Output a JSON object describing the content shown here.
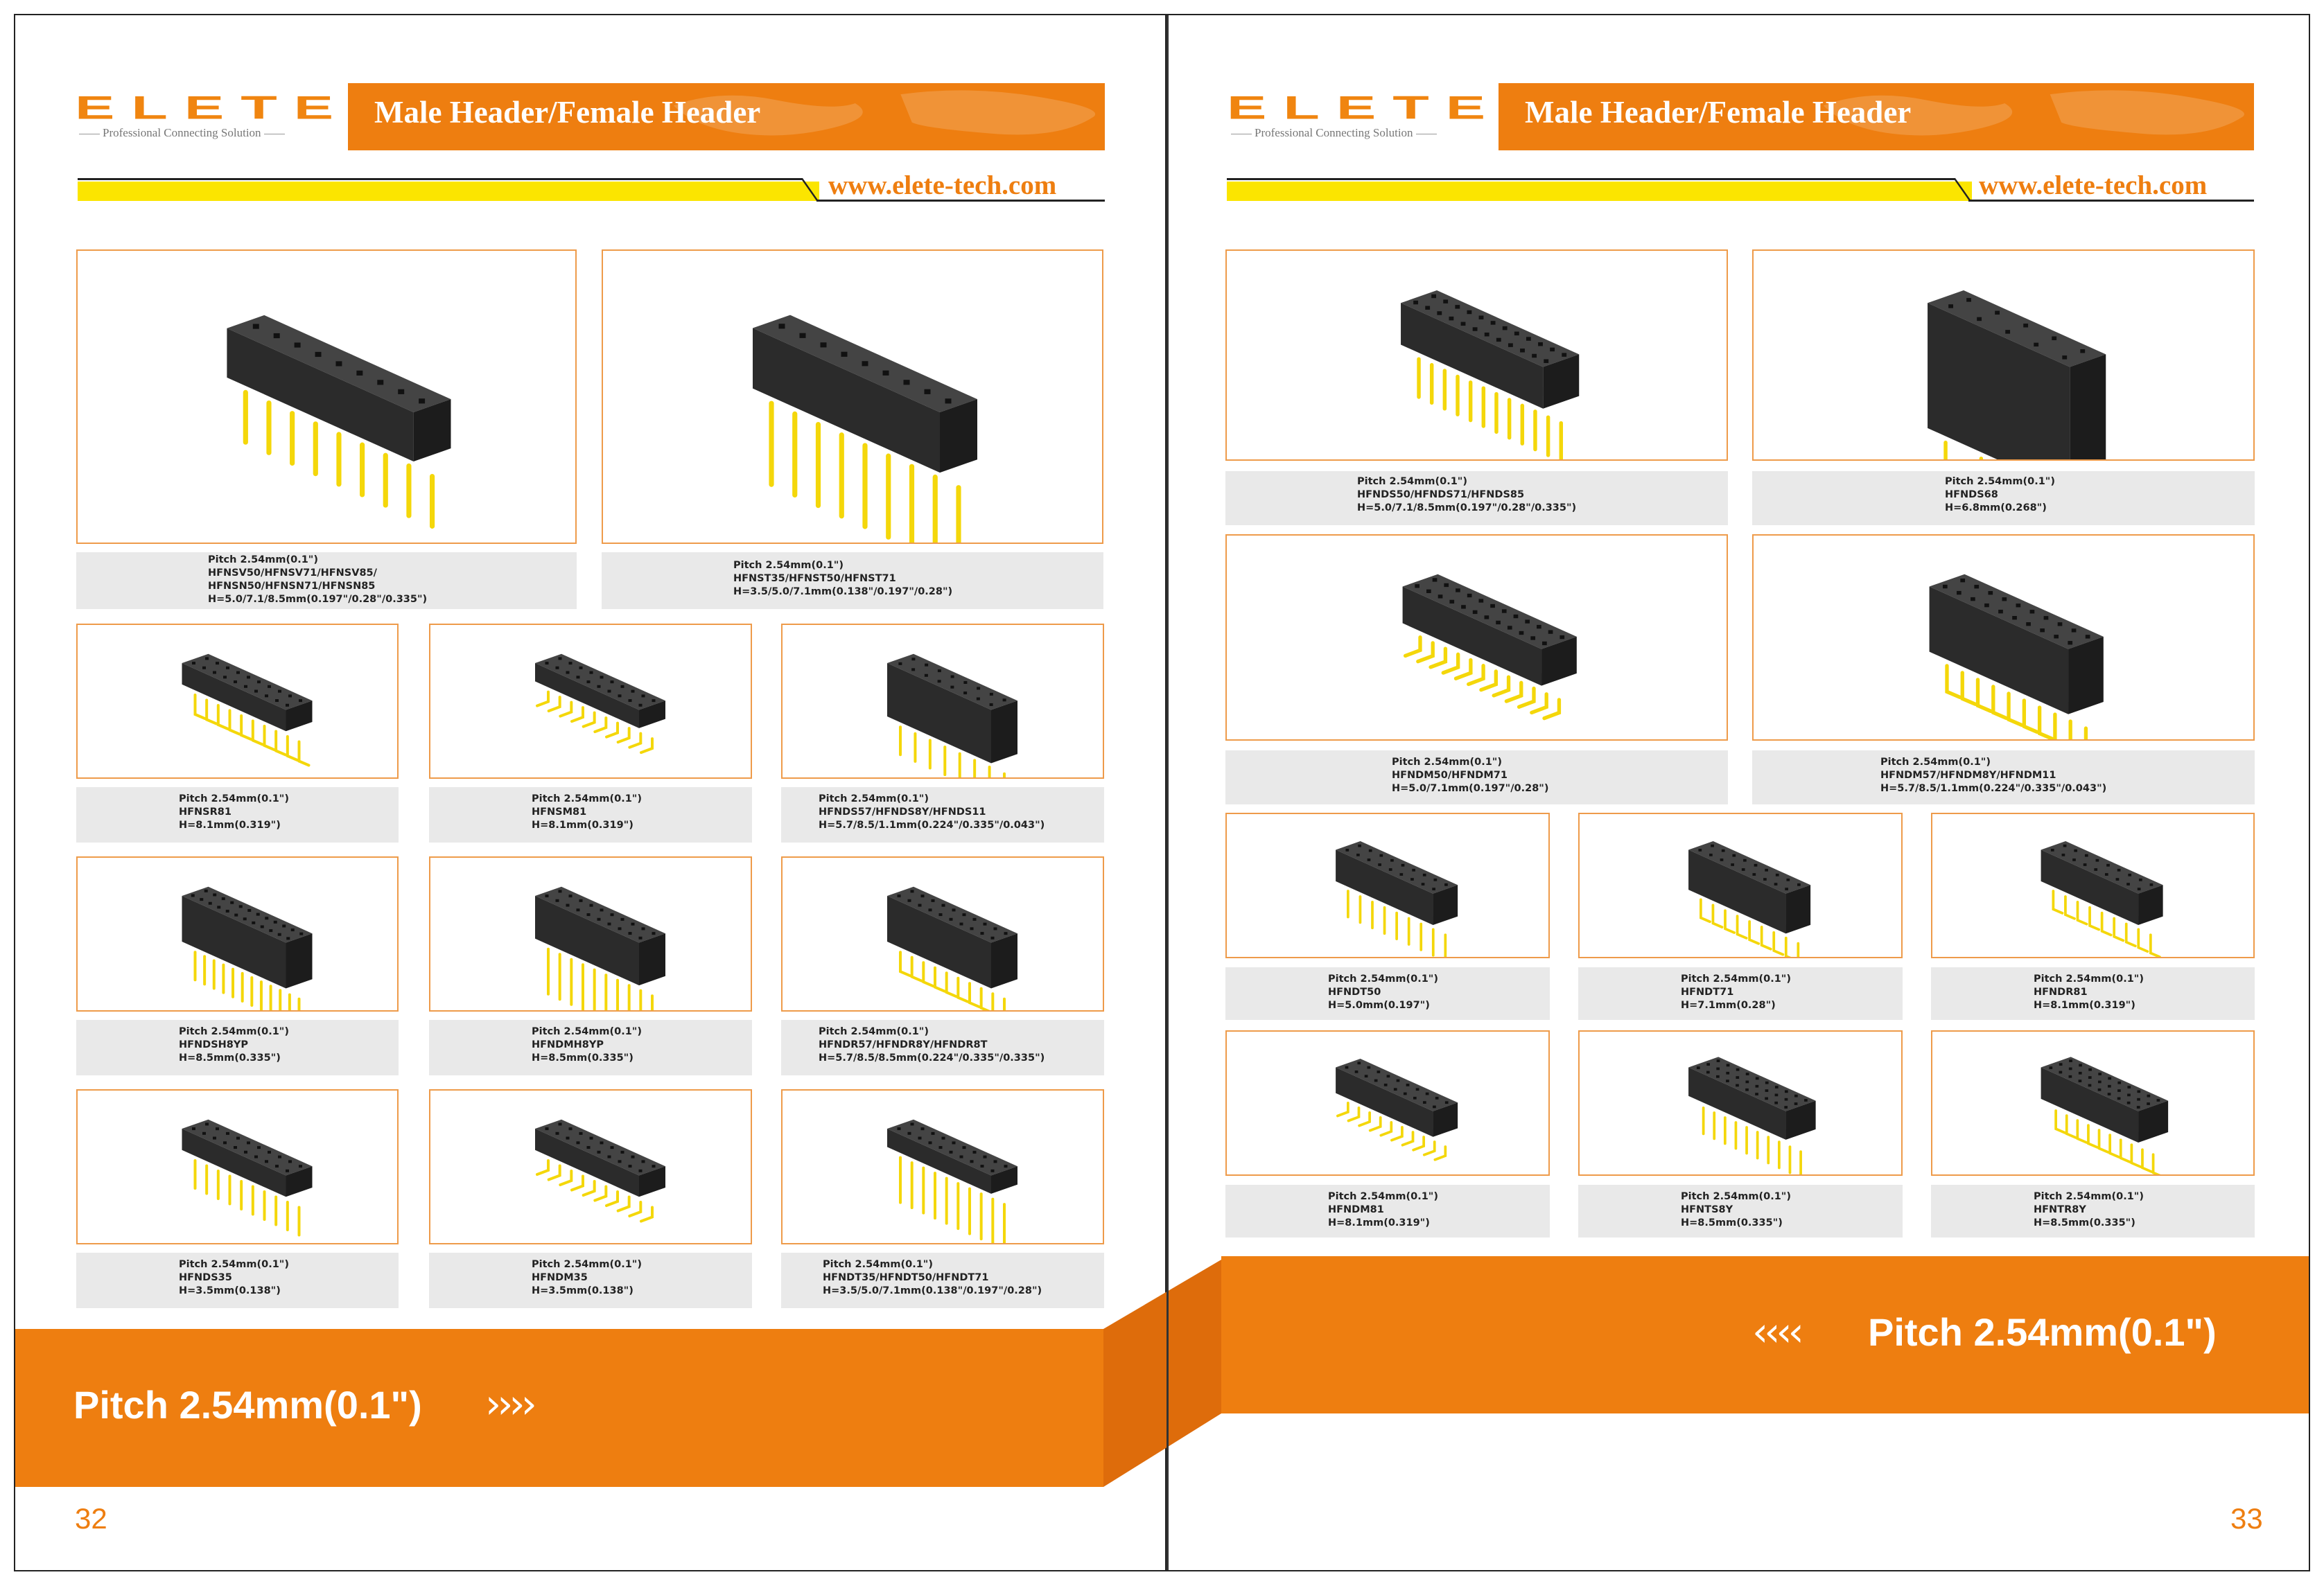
{
  "brand": {
    "logo": "ELETE",
    "tagline": "Professional Connecting Solution"
  },
  "header": {
    "title": "Male Header/Female Header",
    "website": "www.elete-tech.com"
  },
  "colors": {
    "orange": "#ee7e10",
    "yellow": "#fbe500",
    "frame": "#ee9b4a",
    "caption_bg": "#e9e9e9",
    "pin": "#f4d70a",
    "body": "#2b2b2b"
  },
  "left_page": {
    "page_number": "32",
    "pitch_label": "Pitch 2.54mm(0.1\")",
    "chevrons": "››››",
    "products": [
      {
        "lines": [
          "Pitch 2.54mm(0.1\")",
          "HFNSV50/HFNSV71/HFNSV85/",
          "HFNSN50/HFNSN71/HFNSN85",
          "H=5.0/7.1/8.5mm(0.197\"/0.28\"/0.335\")"
        ]
      },
      {
        "lines": [
          "Pitch 2.54mm(0.1\")",
          "HFNST35/HFNST50/HFNST71",
          "H=3.5/5.0/7.1mm(0.138\"/0.197\"/0.28\")"
        ]
      },
      {
        "lines": [
          "Pitch 2.54mm(0.1\")",
          "HFNSR81",
          "H=8.1mm(0.319\")"
        ]
      },
      {
        "lines": [
          "Pitch 2.54mm(0.1\")",
          "HFNSM81",
          "H=8.1mm(0.319\")"
        ]
      },
      {
        "lines": [
          "Pitch 2.54mm(0.1\")",
          "HFNDS57/HFNDS8Y/HFNDS11",
          "H=5.7/8.5/1.1mm(0.224\"/0.335\"/0.043\")"
        ]
      },
      {
        "lines": [
          "Pitch 2.54mm(0.1\")",
          "HFNDSH8YP",
          "H=8.5mm(0.335\")"
        ]
      },
      {
        "lines": [
          "Pitch 2.54mm(0.1\")",
          "HFNDMH8YP",
          "H=8.5mm(0.335\")"
        ]
      },
      {
        "lines": [
          "Pitch 2.54mm(0.1\")",
          "HFNDR57/HFNDR8Y/HFNDR8T",
          "H=5.7/8.5/8.5mm(0.224\"/0.335\"/0.335\")"
        ]
      },
      {
        "lines": [
          "Pitch 2.54mm(0.1\")",
          "HFNDS35",
          "H=3.5mm(0.138\")"
        ]
      },
      {
        "lines": [
          "Pitch 2.54mm(0.1\")",
          "HFNDM35",
          "H=3.5mm(0.138\")"
        ]
      },
      {
        "lines": [
          "Pitch 2.54mm(0.1\")",
          "HFNDT35/HFNDT50/HFNDT71",
          "H=3.5/5.0/7.1mm(0.138\"/0.197\"/0.28\")"
        ]
      }
    ]
  },
  "right_page": {
    "page_number": "33",
    "pitch_label": "Pitch 2.54mm(0.1\")",
    "chevrons": "‹‹‹‹",
    "products": [
      {
        "lines": [
          "Pitch 2.54mm(0.1\")",
          "HFNDS50/HFNDS71/HFNDS85",
          "H=5.0/7.1/8.5mm(0.197\"/0.28\"/0.335\")"
        ]
      },
      {
        "lines": [
          "Pitch 2.54mm(0.1\")",
          "HFNDS68",
          "H=6.8mm(0.268\")"
        ]
      },
      {
        "lines": [
          "Pitch 2.54mm(0.1\")",
          "HFNDM50/HFNDM71",
          "H=5.0/7.1mm(0.197\"/0.28\")"
        ]
      },
      {
        "lines": [
          "Pitch 2.54mm(0.1\")",
          "HFNDM57/HFNDM8Y/HFNDM11",
          "H=5.7/8.5/1.1mm(0.224\"/0.335\"/0.043\")"
        ]
      },
      {
        "lines": [
          "Pitch 2.54mm(0.1\")",
          "HFNDT50",
          "H=5.0mm(0.197\")"
        ]
      },
      {
        "lines": [
          "Pitch 2.54mm(0.1\")",
          "HFNDT71",
          "H=7.1mm(0.28\")"
        ]
      },
      {
        "lines": [
          "Pitch 2.54mm(0.1\")",
          "HFNDR81",
          "H=8.1mm(0.319\")"
        ]
      },
      {
        "lines": [
          "Pitch 2.54mm(0.1\")",
          "HFNDM81",
          "H=8.1mm(0.319\")"
        ]
      },
      {
        "lines": [
          "Pitch 2.54mm(0.1\")",
          "HFNTS8Y",
          "H=8.5mm(0.335\")"
        ]
      },
      {
        "lines": [
          "Pitch 2.54mm(0.1\")",
          "HFNTR8Y",
          "H=8.5mm(0.335\")"
        ]
      }
    ]
  }
}
